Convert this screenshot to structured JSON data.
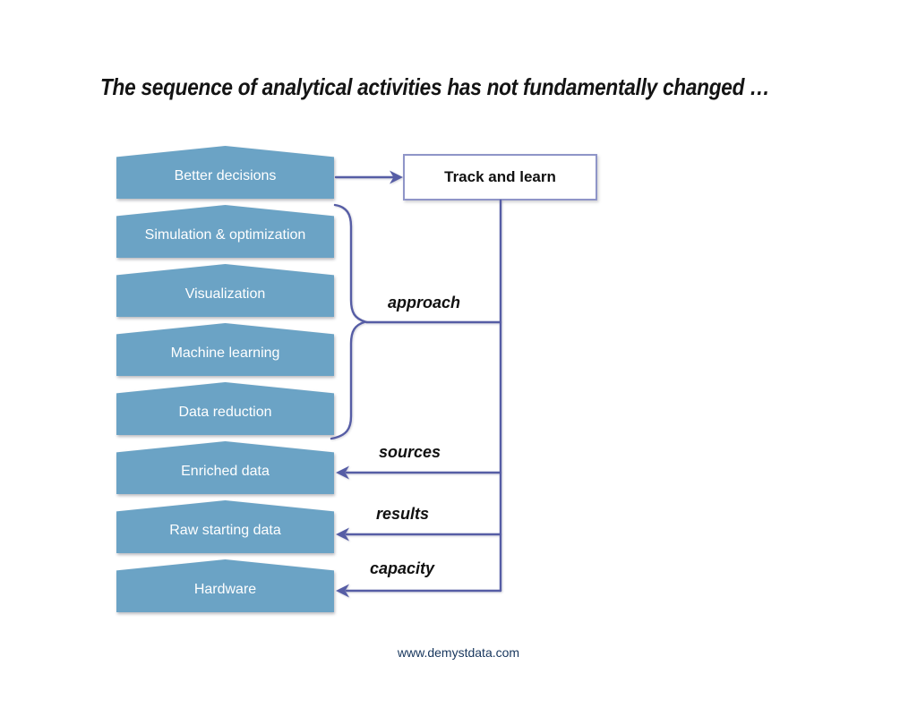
{
  "slide": {
    "title": "The sequence of analytical activities has not fundamentally changed …",
    "footer": "www.demystdata.com"
  },
  "process_boxes": [
    "Better decisions",
    "Simulation & optimization",
    "Visualization",
    "Machine learning",
    "Data reduction",
    "Enriched data",
    "Raw starting data",
    "Hardware"
  ],
  "track_box": {
    "label": "Track and learn"
  },
  "connector_labels": {
    "approach": "approach",
    "sources": "sources",
    "results": "results",
    "capacity": "capacity"
  },
  "colors": {
    "box_fill": "#6BA3C5",
    "box_text": "#FFFFFF",
    "connector": "#565DA5",
    "track_border": "#8F95C8",
    "title_text": "#141414",
    "label_text": "#111111",
    "footer_text": "#17365D"
  }
}
